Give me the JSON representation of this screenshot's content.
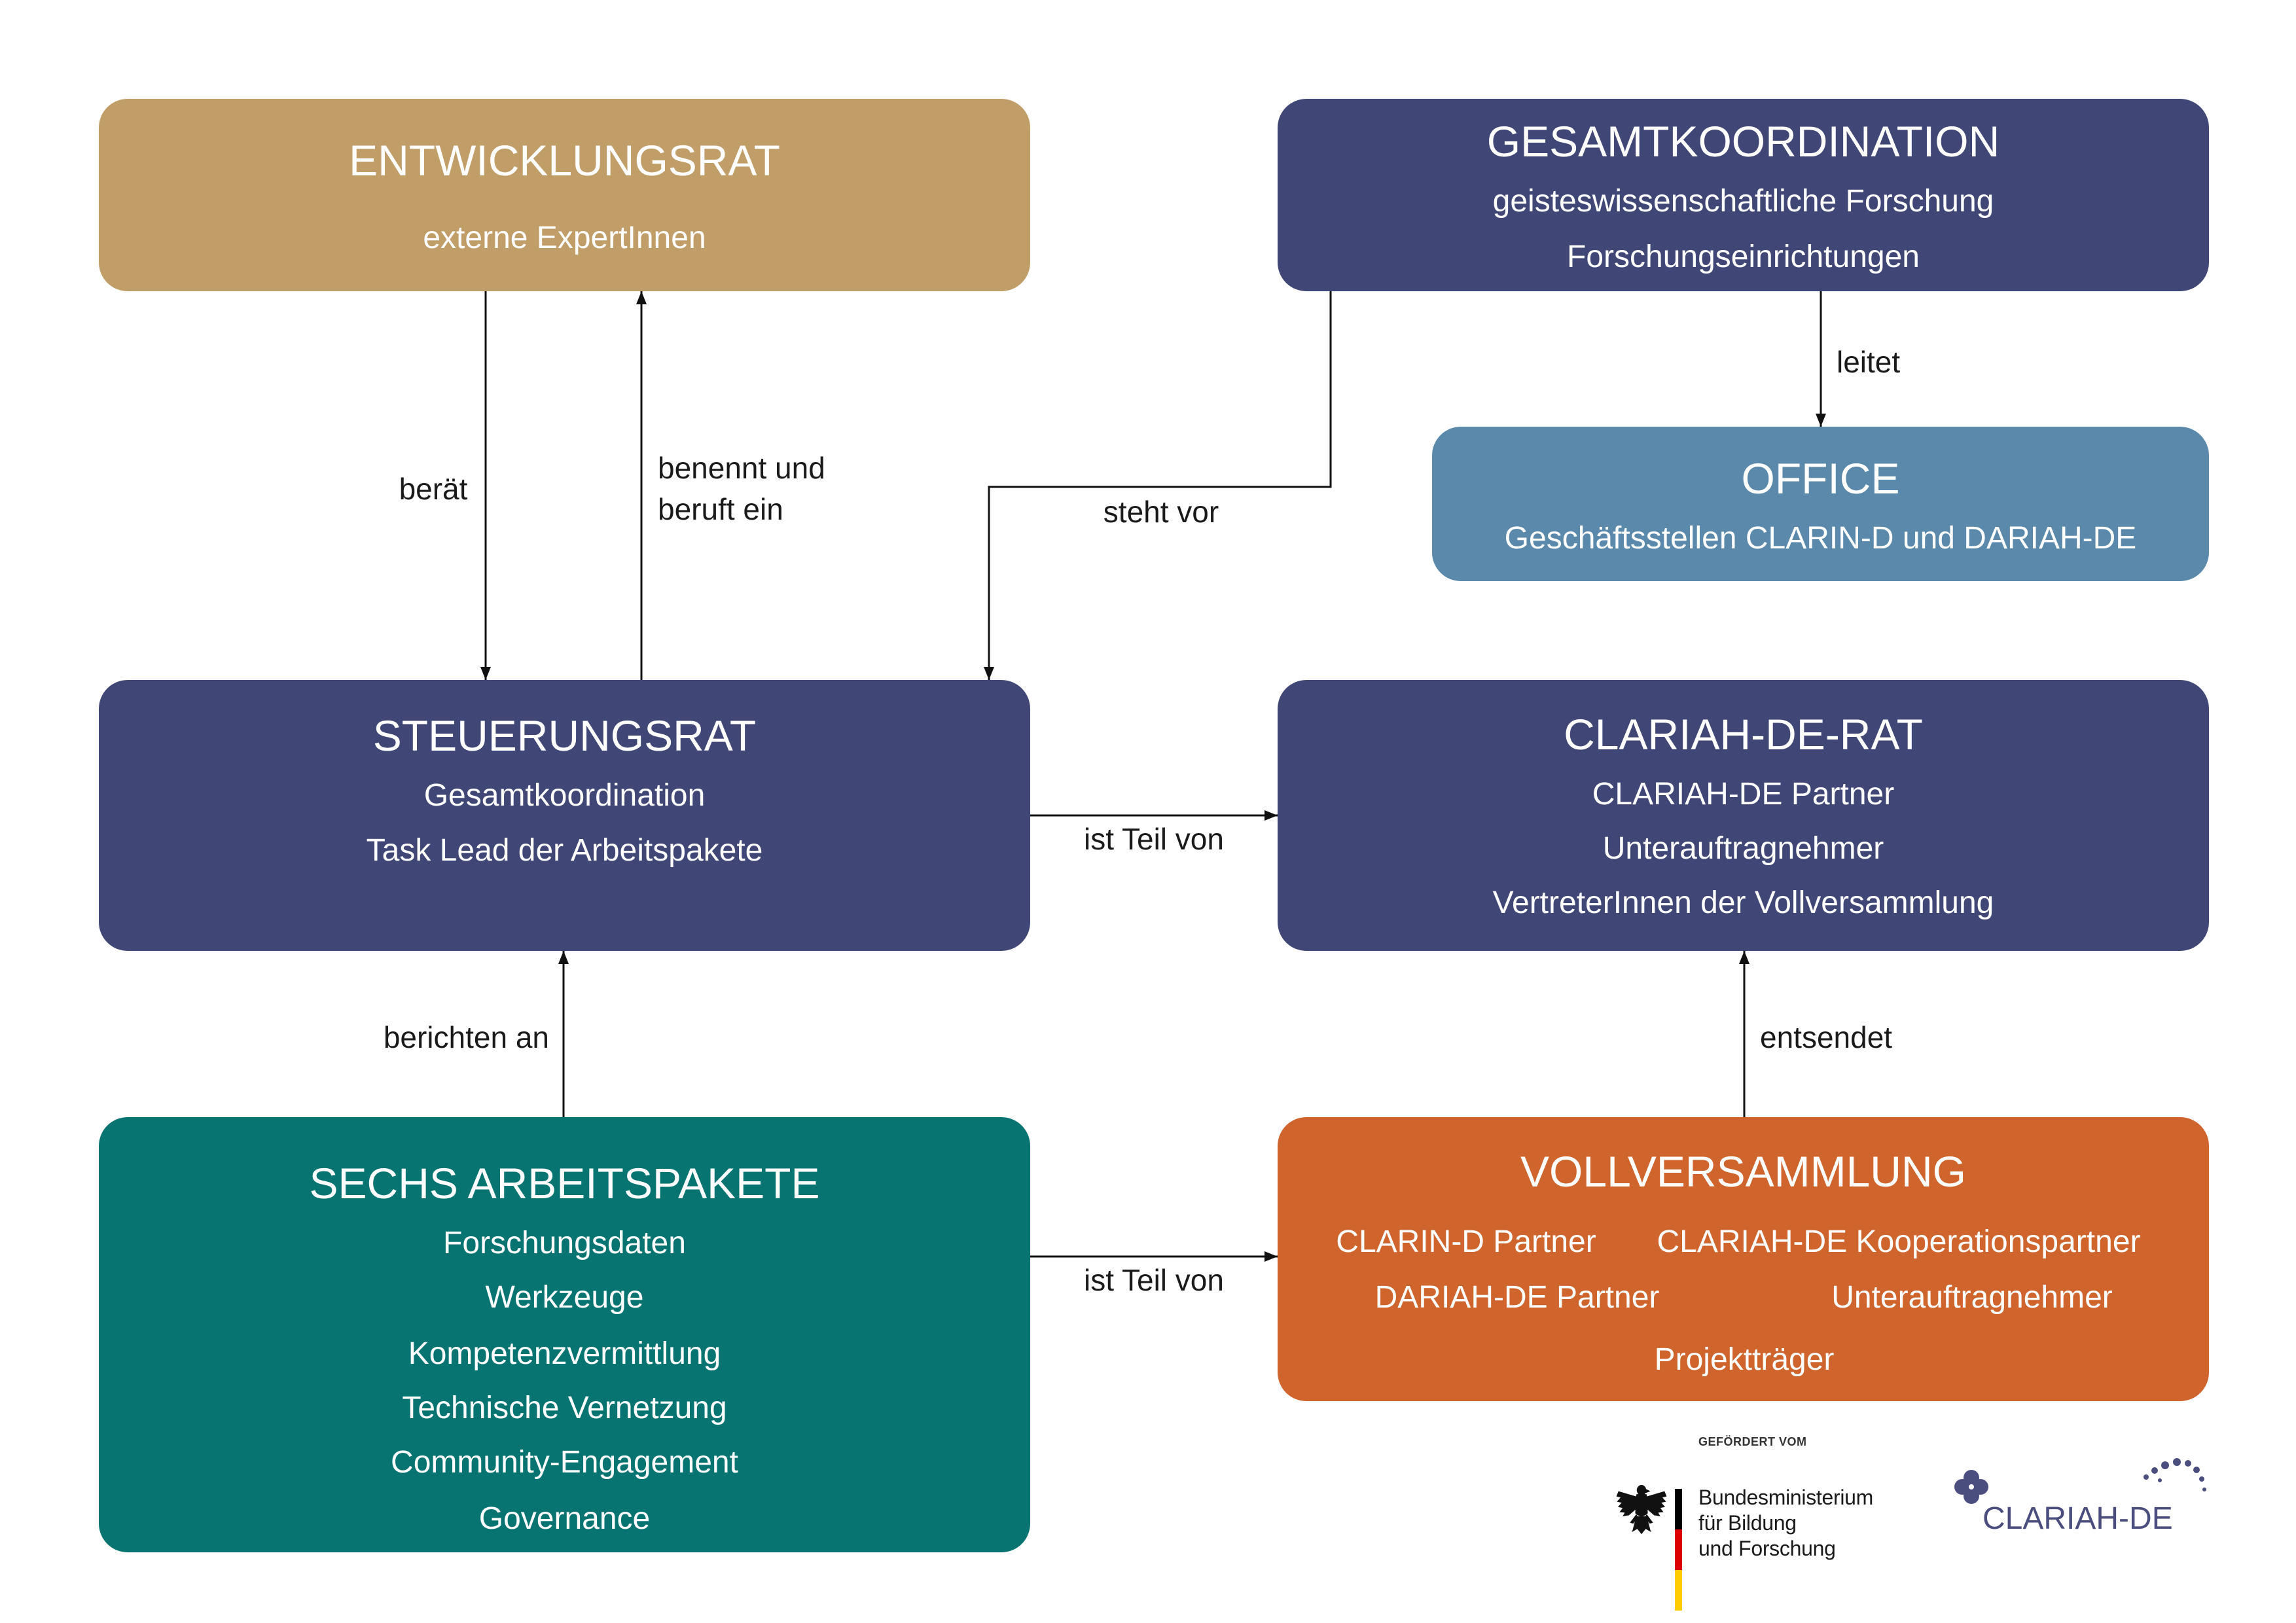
{
  "nodes": {
    "entwicklungsrat": {
      "title": "ENTWICKLUNGSRAT",
      "lines": [
        "externe ExpertInnen"
      ],
      "color": "#c19d68"
    },
    "gesamtkoordination": {
      "title": "GESAMTKOORDINATION",
      "lines": [
        "geisteswissenschaftliche Forschung",
        "Forschungseinrichtungen"
      ],
      "color": "#404776"
    },
    "office": {
      "title": "OFFICE",
      "lines": [
        "Geschäftsstellen CLARIN-D und DARIAH-DE"
      ],
      "color": "#5a89ac"
    },
    "steuerungsrat": {
      "title": "STEUERUNGSRAT",
      "lines": [
        "Gesamtkoordination",
        "Task Lead der Arbeitspakete"
      ],
      "color": "#404776"
    },
    "clariah_de_rat": {
      "title": "CLARIAH-DE-RAT",
      "lines": [
        "CLARIAH-DE Partner",
        "Unterauftragnehmer",
        "VertreterInnen der Vollversammlung"
      ],
      "color": "#404776"
    },
    "arbeitspakete": {
      "title": "SECHS ARBEITSPAKETE",
      "lines": [
        "Forschungsdaten",
        "Werkzeuge",
        "Kompetenzvermittlung",
        "Technische Vernetzung",
        "Community-Engagement",
        "Governance"
      ],
      "color": "#077472"
    },
    "vollversammlung": {
      "title": "VOLLVERSAMMLUNG",
      "lines": [
        "CLARIN-D Partner",
        "CLARIAH-DE Kooperationspartner",
        "DARIAH-DE Partner",
        "Unterauftragnehmer",
        "Projektträger"
      ],
      "color": "#cf642c"
    }
  },
  "edges": {
    "entwicklungsrat_to_steuerungsrat": {
      "label": [
        "berät"
      ]
    },
    "steuerungsrat_to_entwicklungsrat": {
      "label": [
        "benennt und",
        "beruft ein"
      ]
    },
    "gesamtkoordination_to_steuerungsrat": {
      "label": [
        "steht vor"
      ]
    },
    "gesamtkoordination_to_office": {
      "label": [
        "leitet"
      ]
    },
    "steuerungsrat_to_clariah_de_rat": {
      "label": [
        "ist Teil von"
      ]
    },
    "arbeitspakete_to_steuerungsrat": {
      "label": [
        "berichten an"
      ]
    },
    "arbeitspakete_to_vollversammlung": {
      "label": [
        "ist Teil von"
      ]
    },
    "vollversammlung_to_clariah_de_rat": {
      "label": [
        "entsendet"
      ]
    }
  },
  "footer": {
    "funded_by": "GEFÖRDERT VOM",
    "ministry": [
      "Bundesministerium",
      "für Bildung",
      "und Forschung"
    ],
    "flag_colors": [
      "#000000",
      "#dd0000",
      "#ffcc00"
    ],
    "brand": "CLARIAH-DE",
    "brand_color": "#4a4e7e",
    "icons": [
      "federal-eagle-icon",
      "clariah-flower-icon"
    ]
  }
}
